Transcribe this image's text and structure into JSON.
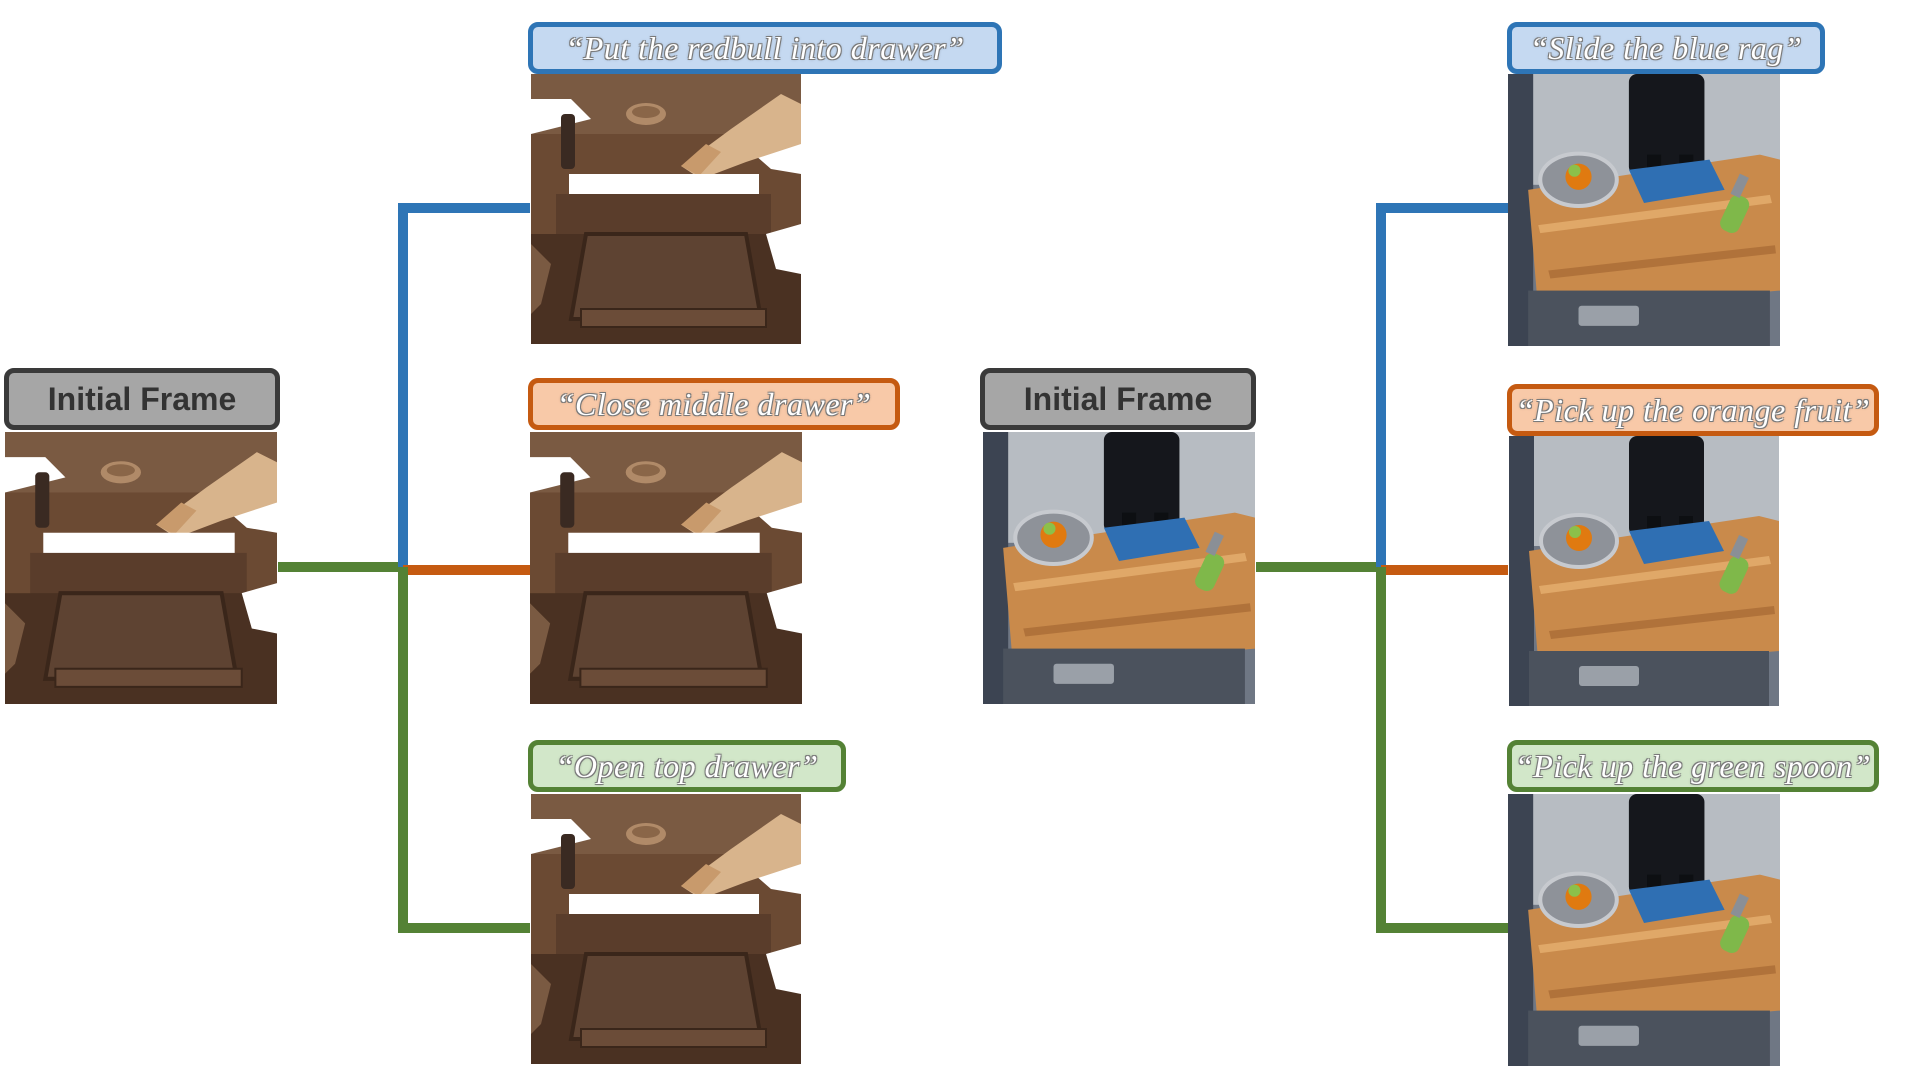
{
  "colors": {
    "blue": "#2e75b6",
    "orange": "#c55a11",
    "green": "#548235",
    "label_gray": "#a6a6a6",
    "label_border": "#3a3a3a"
  },
  "left_tree": {
    "initial_label": "Initial Frame",
    "scene": "drawer-scene",
    "branches": [
      {
        "color": "blue",
        "instruction": "“Put the redbull into drawer”"
      },
      {
        "color": "orange",
        "instruction": "“Close middle drawer”"
      },
      {
        "color": "green",
        "instruction": "“Open top drawer”"
      }
    ]
  },
  "right_tree": {
    "initial_label": "Initial Frame",
    "scene": "countertop-scene",
    "branches": [
      {
        "color": "blue",
        "instruction": "“Slide the blue rag”"
      },
      {
        "color": "orange",
        "instruction": "“Pick up the orange fruit”"
      },
      {
        "color": "green",
        "instruction": "“Pick up the green spoon”"
      }
    ]
  }
}
